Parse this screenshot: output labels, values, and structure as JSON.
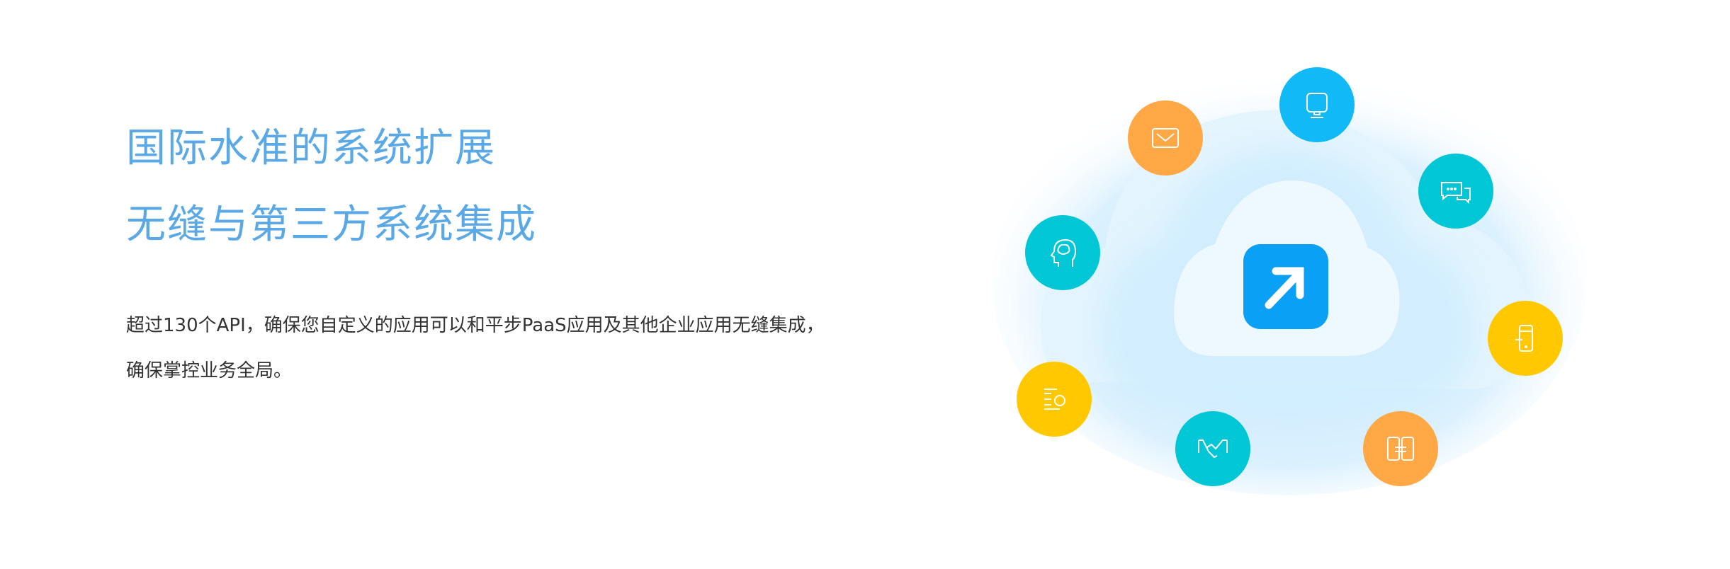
{
  "heading": {
    "line1": "国际水准的系统扩展",
    "line2": "无缝与第三方系统集成"
  },
  "description": "超过130个API，确保您自定义的应用可以和平步PaaS应用及其他企业应用无缝集成，确保掌控业务全局。",
  "colors": {
    "heading": "#5aa9e6",
    "orange": "#ffa845",
    "teal": "#00c6d6",
    "blue": "#12b9f7",
    "yellow": "#ffc800",
    "app": "#0aa0f5"
  },
  "illustration": {
    "center_icon": "arrow-up-right-icon",
    "satellites": [
      "monitor-icon",
      "mail-icon",
      "chat-icon",
      "brain-head-icon",
      "phone-icon",
      "list-icon",
      "handshake-icon",
      "devices-icon"
    ]
  }
}
